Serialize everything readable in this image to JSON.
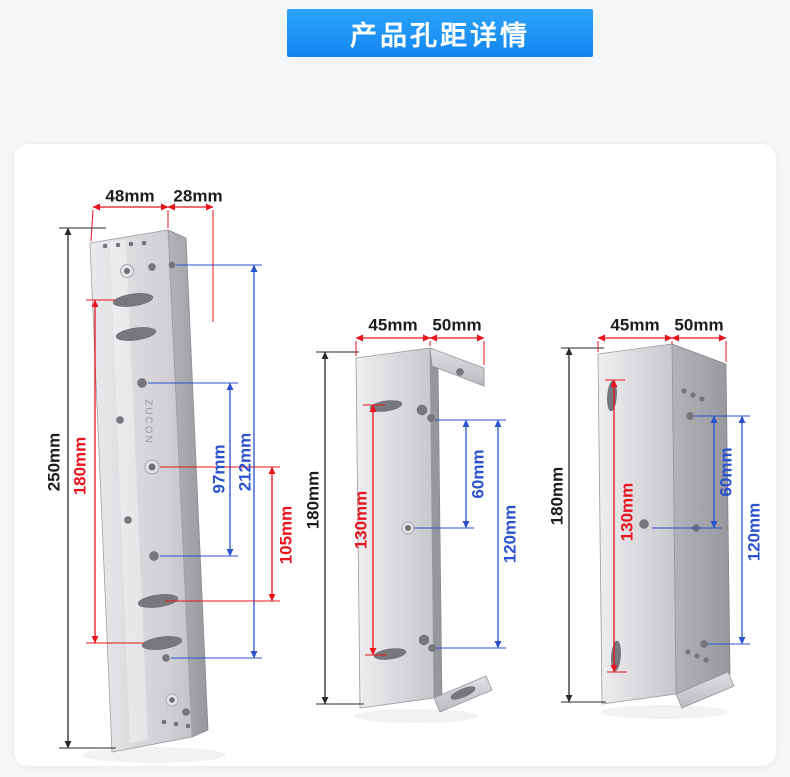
{
  "banner": {
    "title": "产品孔距详情"
  },
  "brackets": {
    "left": {
      "face_width": "48mm",
      "flange_width": "28mm",
      "total_height": "250mm",
      "inner_height": "180mm",
      "hole_span_inner": "97mm",
      "hole_span_outer": "212mm",
      "slot_span": "105mm",
      "watermark": "ZUCON"
    },
    "middle": {
      "face_width": "45mm",
      "flange_width": "50mm",
      "total_height": "180mm",
      "slot_span": "130mm",
      "hole_gap": "60mm",
      "hole_span": "120mm"
    },
    "right": {
      "face_width": "45mm",
      "flange_width": "50mm",
      "total_height": "180mm",
      "slot_span": "130mm",
      "hole_gap": "60mm",
      "hole_span": "120mm"
    }
  },
  "colors": {
    "banner_blue": "#1E96F0",
    "dimension_red": "#e8131d",
    "dimension_blue": "#2a52cc",
    "dimension_black": "#2a2a2a"
  }
}
